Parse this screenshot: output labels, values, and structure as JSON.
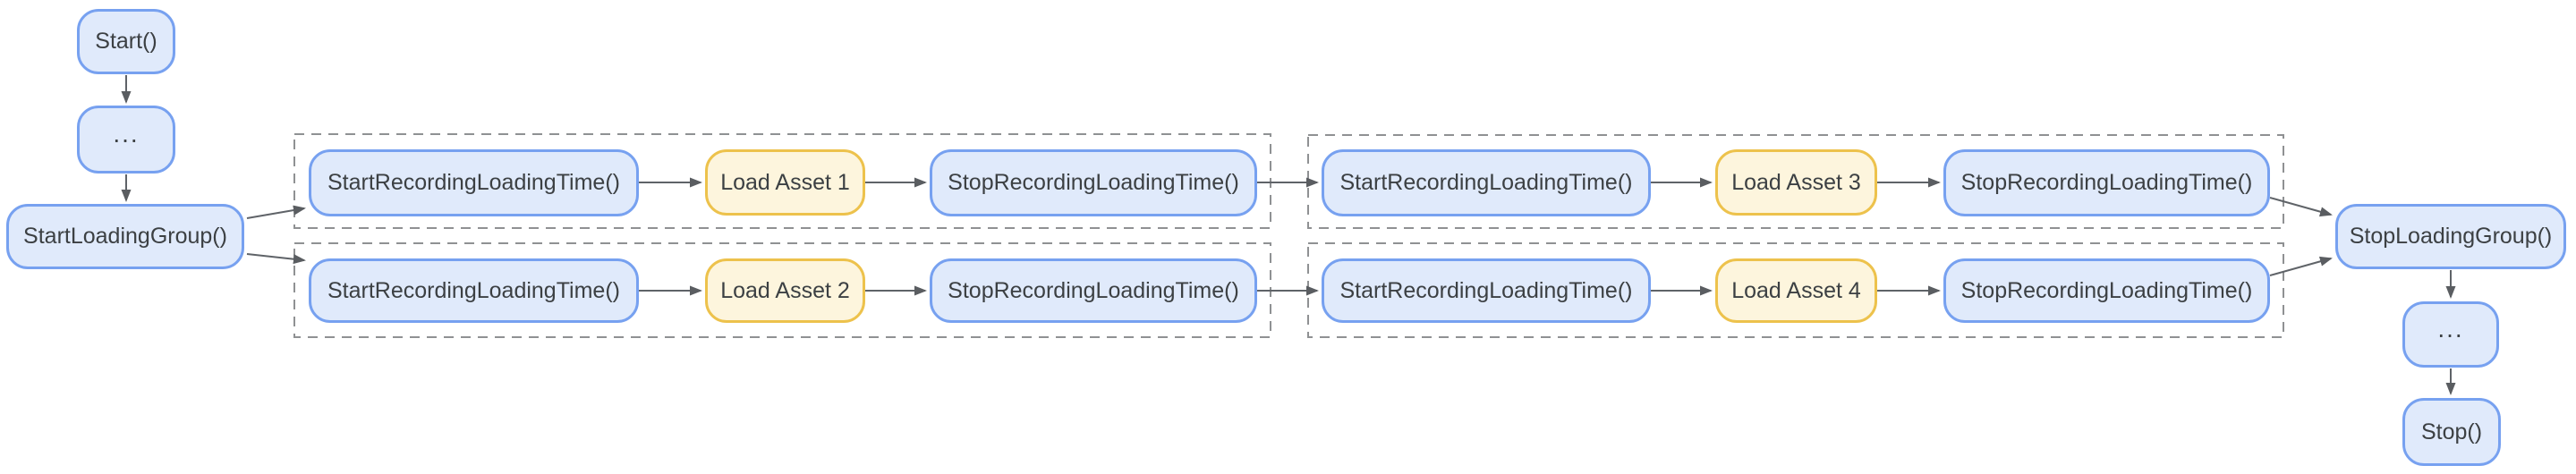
{
  "diagram": {
    "labels": {
      "start": "Start()",
      "ellipsis": "...",
      "start_loading_group": "StartLoadingGroup()",
      "start_recording_loading_time": "StartRecordingLoadingTime()",
      "stop_recording_loading_time": "StopRecordingLoadingTime()",
      "load_asset_1": "Load Asset 1",
      "load_asset_2": "Load Asset 2",
      "load_asset_3": "Load Asset 3",
      "load_asset_4": "Load Asset 4",
      "stop_loading_group": "StopLoadingGroup()",
      "stop": "Stop()"
    },
    "colors": {
      "background": "#ffffff",
      "node_fill_blue": "#e0eafb",
      "node_border_blue": "#77a1f0",
      "node_fill_yellow": "#fdf5dd",
      "node_border_yellow": "#edc24c",
      "text": "#3c4043",
      "arrow": "#5f6368",
      "group_dashed_border": "#8f9193"
    },
    "edges": [
      {
        "from": "start",
        "to": "ellipsis_top"
      },
      {
        "from": "ellipsis_top",
        "to": "start_loading_group"
      },
      {
        "from": "start_loading_group",
        "to": "group1_row1_start_recording"
      },
      {
        "from": "start_loading_group",
        "to": "group1_row2_start_recording"
      },
      {
        "from": "group1_row1_start_recording",
        "to": "load_asset_1"
      },
      {
        "from": "load_asset_1",
        "to": "group1_row1_stop_recording"
      },
      {
        "from": "group1_row1_stop_recording",
        "to": "group2_row1_start_recording"
      },
      {
        "from": "group1_row2_start_recording",
        "to": "load_asset_2"
      },
      {
        "from": "load_asset_2",
        "to": "group1_row2_stop_recording"
      },
      {
        "from": "group1_row2_stop_recording",
        "to": "group2_row2_start_recording"
      },
      {
        "from": "group2_row1_start_recording",
        "to": "load_asset_3"
      },
      {
        "from": "load_asset_3",
        "to": "group2_row1_stop_recording"
      },
      {
        "from": "group2_row1_stop_recording",
        "to": "stop_loading_group"
      },
      {
        "from": "group2_row2_start_recording",
        "to": "load_asset_4"
      },
      {
        "from": "load_asset_4",
        "to": "group2_row2_stop_recording"
      },
      {
        "from": "group2_row2_stop_recording",
        "to": "stop_loading_group"
      },
      {
        "from": "stop_loading_group",
        "to": "ellipsis_bottom"
      },
      {
        "from": "ellipsis_bottom",
        "to": "stop"
      }
    ]
  }
}
